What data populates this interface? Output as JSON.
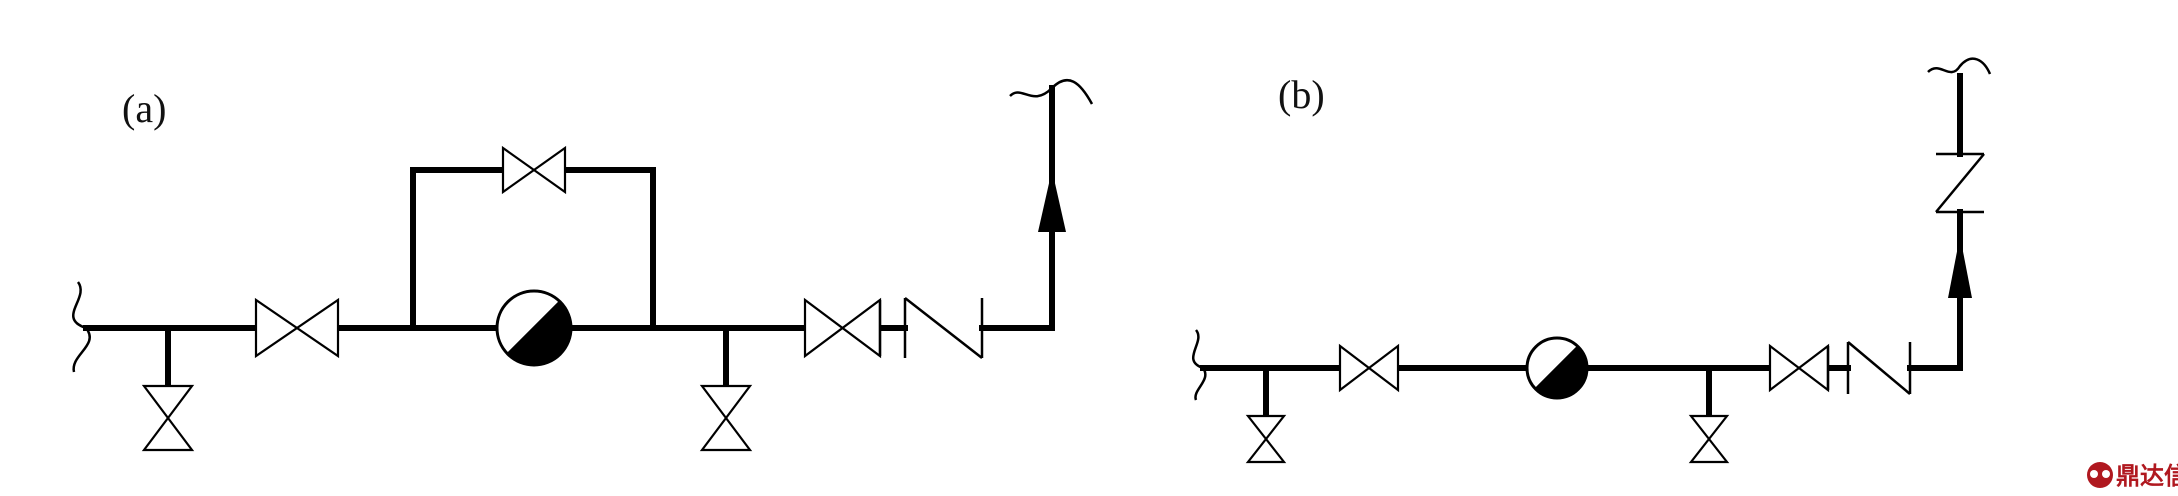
{
  "panels": [
    {
      "id": "a",
      "label": "(a)"
    },
    {
      "id": "b",
      "label": "(b)"
    }
  ],
  "watermark": {
    "text": "鼎达信",
    "color": "#b0181f"
  },
  "colors": {
    "line": "#000000",
    "background": "#ffffff"
  },
  "symbols": {
    "valve": "gate-valve",
    "meter": "flow-meter",
    "check": "check-valve",
    "flow_arrow": "flow-direction-arrow",
    "pipe_break": "pipe-break"
  }
}
